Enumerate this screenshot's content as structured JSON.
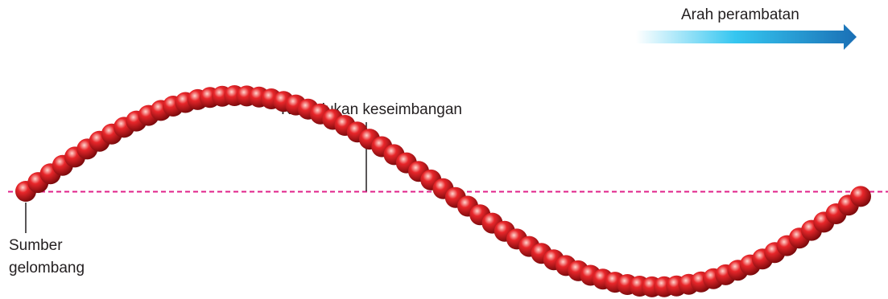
{
  "labels": {
    "direction": "Arah perambatan",
    "equilibrium": "Kedudukan keseimbangan",
    "source_line1": "Sumber",
    "source_line2": "gelombang"
  },
  "colors": {
    "bead": "#e8262a",
    "bead_highlight": "#ffd6cf",
    "bead_shadow": "#7a0a0c",
    "string": "#3b6fa8",
    "equilibrium_line": "#e0218a",
    "arrow_start": "#ffffff",
    "arrow_mid": "#35c6f0",
    "arrow_end": "#1a6fb5",
    "text": "#231f20"
  },
  "icons": {
    "bead": "sphere",
    "direction_arrow": "right-arrow"
  }
}
